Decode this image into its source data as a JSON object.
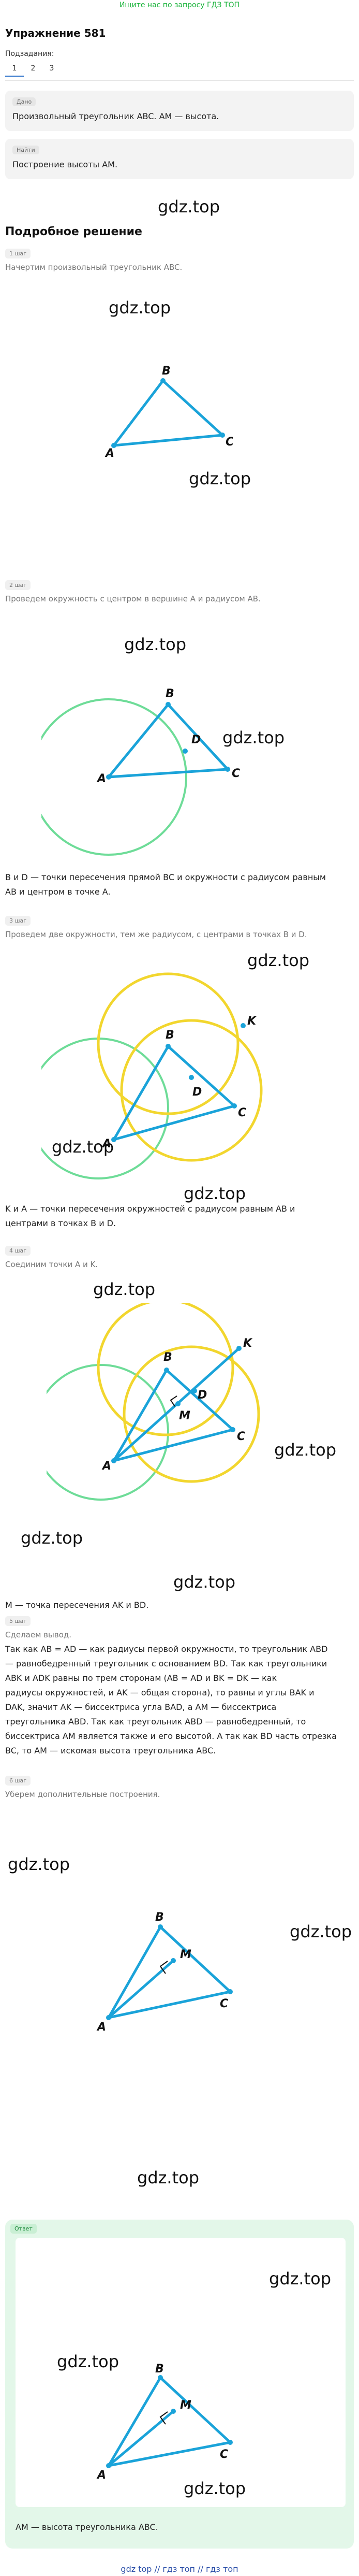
{
  "banner": "Ищите нас по запросу ГДЗ ТОП",
  "title": "Упражнение 581",
  "subtasks_label": "Подзадания:",
  "tabs": [
    "1",
    "2",
    "3"
  ],
  "given": {
    "chip": "Дано",
    "text": "Произвольный треугольник ABC. AM — высота."
  },
  "find": {
    "chip": "Найти",
    "text": "Построение высоты AM."
  },
  "solution_title": "Подробное решение",
  "watermark": "gdz.top",
  "steps": [
    {
      "chip": "1 шаг",
      "text": "Начертим произвольный треугольник ABC."
    },
    {
      "chip": "2 шаг",
      "text": "Проведем окружность с центром в вершине A и радиусом AB."
    },
    {
      "chip": "3 шаг",
      "text": "Проведем две окружности, тем же радиусом, с центрами в точках B и D."
    },
    {
      "chip": "4 шаг",
      "text": "Соединим точки A и K."
    },
    {
      "chip": "5 шаг",
      "text": "Сделаем вывод."
    },
    {
      "chip": "6 шаг",
      "text": "Уберем дополнительные построения."
    }
  ],
  "notes": {
    "after_step2_line1": "B и D — точки пересечения прямой BC и окружности с радиусом равным",
    "after_step2_line2": "AB и центром в точке A.",
    "after_step3_line1": "K и A — точки пересечения окружностей с радиусом равным AB и",
    "after_step3_line2": "центрами в точках B и D.",
    "after_step4": "M — точка пересечения AK и BD."
  },
  "conclusion": [
    "Так как AB = AD — как радиусы первой окружности, то треугольник ABD",
    "— равнобедренный треугольник с основанием BD. Так как треугольники",
    "ABK и ADK равны по трем сторонам (AB = AD и BK = DK — как",
    "радиусы окружностей, и AK — общая сторона), то равны и углы BAK и",
    "DAK, значит AK — биссектриса угла BAD, а AM — биссектриса",
    "треугольника ABD. Так как треугольник ABD — равнобедренный, то",
    "биссектриса AM является также и его высотой. А так как BD часть отрезка",
    "BC, то AM — искомая высота треугольника ABC."
  ],
  "answer": {
    "chip": "Ответ",
    "text": "AM — высота треугольника ABC."
  },
  "footer": "gdz top  //  гдз топ  //  гдз топ",
  "colors": {
    "triangle": "#1aa3d9",
    "circle_green": "#6edc98",
    "circle_yellow": "#f2d62e",
    "accent": "#2b70c9",
    "banner": "#19b33a"
  },
  "labels": {
    "A": "A",
    "B": "B",
    "C": "C",
    "D": "D",
    "K": "K",
    "M": "M"
  }
}
